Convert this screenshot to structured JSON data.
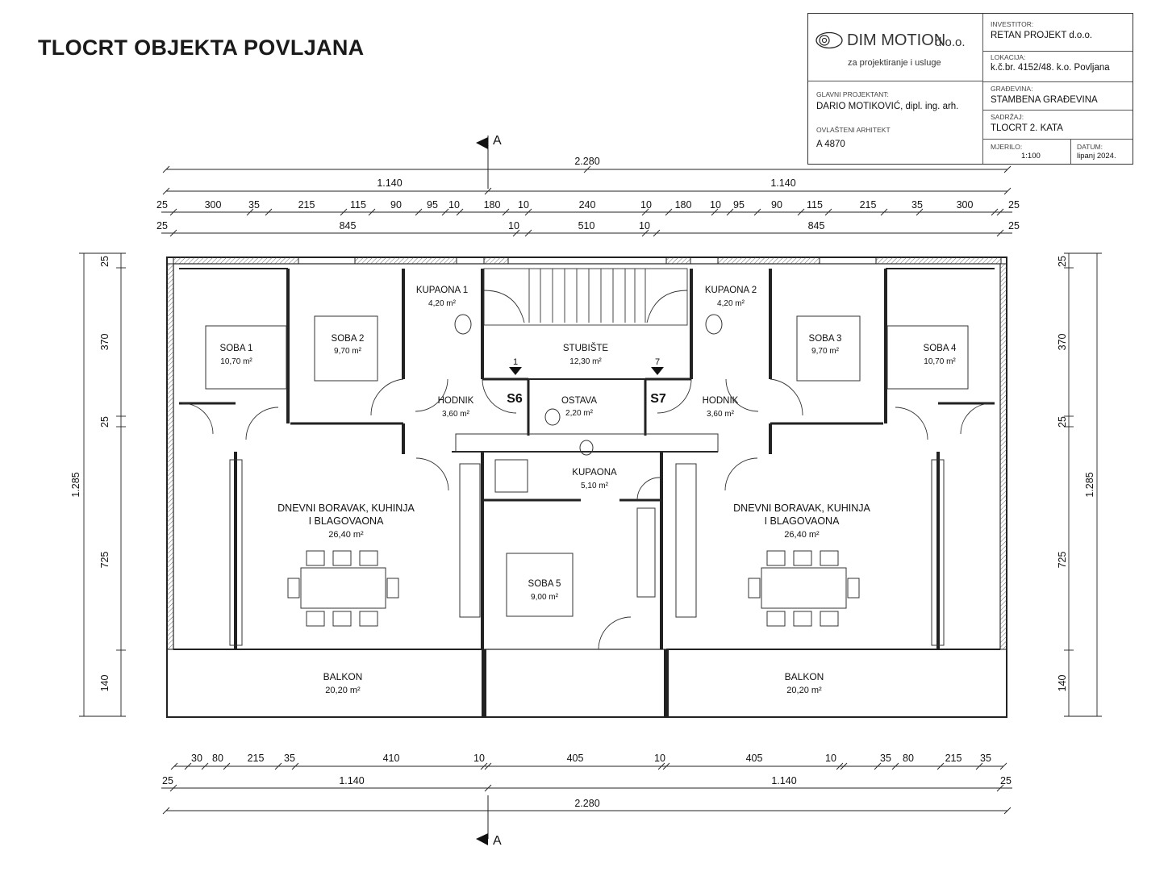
{
  "title": "TLOCRT OBJEKTA POVLJANA",
  "title_block": {
    "company_name": "DIM MOTION",
    "company_suffix": "d.o.o.",
    "company_tagline": "za projektiranje i usluge",
    "investor_label": "INVESTITOR:",
    "investor": "RETAN PROJEKT d.o.o.",
    "location_label": "LOKACIJA:",
    "location": "k.č.br. 4152/48. k.o. Povljana",
    "building_label": "GRAĐEVINA:",
    "building": "STAMBENA GRAĐEVINA",
    "content_label": "SADRŽAJ:",
    "content": "TLOCRT 2. KATA",
    "scale_label": "MJERILO:",
    "scale": "1:100",
    "date_label": "DATUM:",
    "date": "lipanj 2024.",
    "chief_designer_label": "GLAVNI PROJEKTANT:",
    "chief_designer": "DARIO MOTIKOVIĆ, dipl. ing. arh.",
    "architect_label": "OVLAŠTENI ARHITEKT",
    "architect_id": "A 4870"
  },
  "section_marker": "A",
  "stair_arrows": {
    "left": "1",
    "right": "7"
  },
  "rooms": {
    "soba1": {
      "name": "SOBA 1",
      "area": "10,70 m²"
    },
    "soba2": {
      "name": "SOBA 2",
      "area": "9,70 m²"
    },
    "soba3": {
      "name": "SOBA 3",
      "area": "9,70 m²"
    },
    "soba4": {
      "name": "SOBA 4",
      "area": "10,70 m²"
    },
    "soba5": {
      "name": "SOBA 5",
      "area": "9,00 m²"
    },
    "kupaona1": {
      "name": "KUPAONA 1",
      "area": "4,20 m²"
    },
    "kupaona2": {
      "name": "KUPAONA 2",
      "area": "4,20 m²"
    },
    "kupaona": {
      "name": "KUPAONA",
      "area": "5,10 m²"
    },
    "stubiste": {
      "name": "STUBIŠTE",
      "area": "12,30 m²"
    },
    "ostava": {
      "name": "OSTAVA",
      "area": "2,20 m²"
    },
    "hodnik_l": {
      "name": "HODNIK",
      "area": "3,60 m²"
    },
    "hodnik_r": {
      "name": "HODNIK",
      "area": "3,60 m²"
    },
    "dnevni_l": {
      "name1": "DNEVNI BORAVAK, KUHINJA",
      "name2": "I BLAGOVAONA",
      "area": "26,40 m²"
    },
    "dnevni_r": {
      "name1": "DNEVNI BORAVAK, KUHINJA",
      "name2": "I BLAGOVAONA",
      "area": "26,40 m²"
    },
    "balkon_l": {
      "name": "BALKON",
      "area": "20,20 m²"
    },
    "balkon_r": {
      "name": "BALKON",
      "area": "20,20 m²"
    }
  },
  "units": {
    "s6": "S6",
    "s7": "S7"
  },
  "dimensions": {
    "top_total": "2.280",
    "top_half_left": "1.140",
    "top_half_right": "1.140",
    "top_detail": [
      "25",
      "300",
      "35",
      "215",
      "115",
      "90",
      "95",
      "10",
      "180",
      "10",
      "240",
      "10",
      "180",
      "10",
      "95",
      "90",
      "115",
      "215",
      "35",
      "300",
      "25"
    ],
    "top_mid": [
      "25",
      "845",
      "10",
      "510",
      "10",
      "845",
      "25"
    ],
    "left_total": "1.285",
    "left_detail": [
      "25",
      "370",
      "25",
      "725",
      "140"
    ],
    "right_total": "1.285",
    "right_detail": [
      "25",
      "370",
      "25",
      "725",
      "140"
    ],
    "bottom_detail": [
      "30",
      "80",
      "215",
      "35",
      "410",
      "10",
      "405",
      "10",
      "405",
      "10",
      "35",
      "80",
      "215",
      "35"
    ],
    "bottom_mid": [
      "25",
      "1.140",
      "1.140",
      "25"
    ],
    "bottom_total": "2.280"
  }
}
